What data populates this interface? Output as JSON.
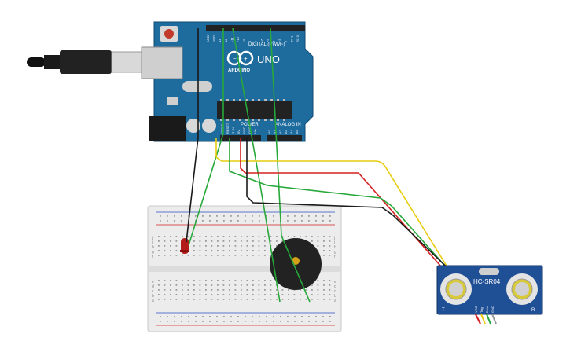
{
  "board": {
    "header_digital": "DIGITAL (PWM~)",
    "model": "UNO",
    "brand": "ARDUINO",
    "header_power": "POWER",
    "header_analog": "ANALOG IN",
    "pin_labels_top": [
      "AREF",
      "GND",
      "13",
      "12",
      "~11",
      "~10",
      "~9",
      "8",
      "7",
      "~6",
      "~5",
      "4",
      "~3",
      "2",
      "TX 1",
      "RX 0"
    ],
    "pin_labels_power": [
      "IOREF",
      "RESET",
      "3.3V",
      "5V",
      "GND",
      "GND",
      "Vin"
    ],
    "pin_labels_analog": [
      "A0",
      "A1",
      "A2",
      "A3",
      "A4",
      "A5"
    ]
  },
  "sensor": {
    "model": "HC-SR04",
    "left_mark": "T",
    "right_mark": "R",
    "pins": [
      "VCC",
      "Trig",
      "Echo",
      "GND"
    ]
  },
  "breadboard": {
    "row_letters_top": [
      "j",
      "i",
      "h",
      "g",
      "f"
    ],
    "row_letters_bottom": [
      "e",
      "d",
      "c",
      "b",
      "a"
    ]
  },
  "colors": {
    "board": "#1e6b9e",
    "wire_black": "#1a1a1a",
    "wire_red": "#d42020",
    "wire_yellow": "#e8cc10",
    "wire_green": "#27a83a",
    "sensor_board": "#1f4f95",
    "led": "#b31b1b",
    "buzzer": "#222222"
  }
}
